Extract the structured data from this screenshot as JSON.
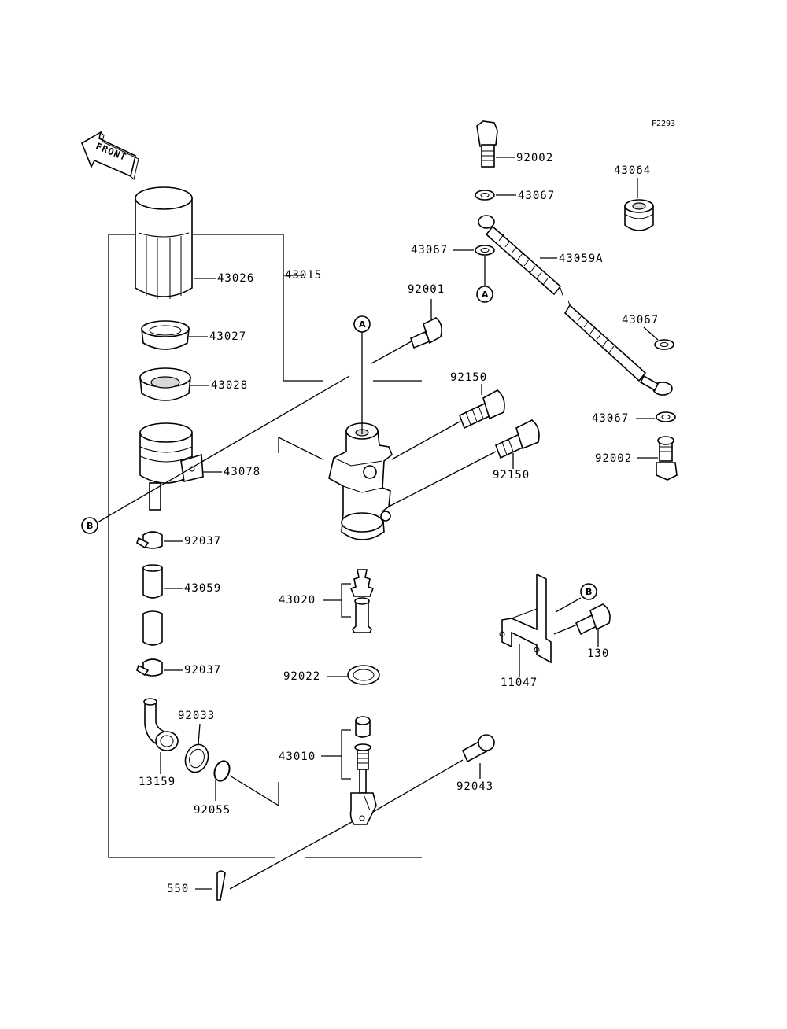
{
  "diagram_code": "F2293",
  "front_label": "FRONT",
  "callouts": {
    "a": "A",
    "b": "B"
  },
  "parts": {
    "p43015": "43015",
    "p43026": "43026",
    "p43027": "43027",
    "p43028": "43028",
    "p43078": "43078",
    "p92037_top": "92037",
    "p43059": "43059",
    "p92037_bottom": "92037",
    "p92033": "92033",
    "p13159": "13159",
    "p92055": "92055",
    "p550": "550",
    "p92002_top": "92002",
    "p43067_top": "43067",
    "p43064": "43064",
    "p43067_left": "43067",
    "p43059A": "43059A",
    "p92001": "92001",
    "p43067_right": "43067",
    "p43067_lower": "43067",
    "p92002_bottom": "92002",
    "p92150_top": "92150",
    "p92150_bottom": "92150",
    "p43020": "43020",
    "p92022": "92022",
    "p43010": "43010",
    "p92043": "92043",
    "p11047": "11047",
    "p130": "130"
  }
}
